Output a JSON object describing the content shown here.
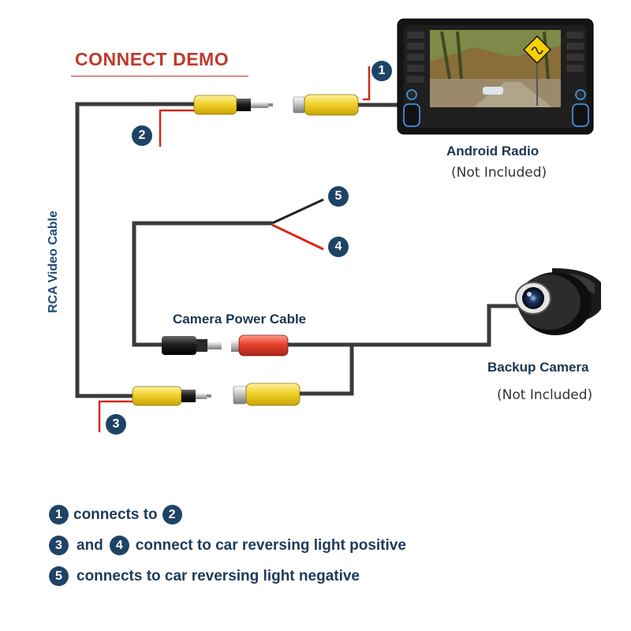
{
  "title": "CONNECT DEMO",
  "labels": {
    "rca_video_cable": "RCA Video Cable",
    "android_radio": "Android Radio",
    "android_radio_note": "(Not Included)",
    "camera_power_cable": "Camera Power Cable",
    "backup_camera": "Backup Camera",
    "backup_camera_note": "(Not Included)"
  },
  "badges": {
    "b1": "1",
    "b2": "2",
    "b3": "3",
    "b4": "4",
    "b5": "5"
  },
  "legend": {
    "row1": {
      "a": "1",
      "text": "connects to",
      "b": "2"
    },
    "row2": {
      "a": "3",
      "mid": "and",
      "b": "4",
      "text": "connect to car reversing light positive"
    },
    "row3": {
      "a": "5",
      "text": "connects to car reversing light negative"
    }
  },
  "colors": {
    "title": "#c0392b",
    "badge": "#1f4365",
    "cable": "#3a3a3a",
    "rca_yellow": "#f2d22e",
    "power_red": "#e8412c",
    "wire_red": "#d4281c"
  },
  "icons": {
    "radio": "android-radio-screen",
    "camera": "backup-camera"
  }
}
